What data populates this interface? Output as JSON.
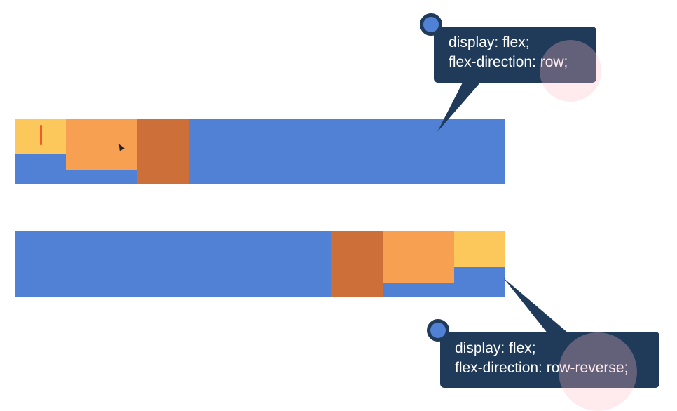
{
  "colors": {
    "container": "#5081d5",
    "item_1": "#fcc75b",
    "item_2": "#f8a052",
    "item_3": "#cd6f39",
    "callout_bg": "#203a5a",
    "callout_text": "#ffffff",
    "callout_dot": "#5081d5",
    "click_ring": "rgba(255, 190, 200, 0.30)",
    "text_cursor": "#ef5b2b"
  },
  "icons": {
    "text_cursor": "text-cursor-icon",
    "mouse_pointer": "mouse-pointer-icon"
  },
  "callouts": {
    "row": {
      "line1": "display: flex;",
      "line2": "flex-direction: row;"
    },
    "row_reverse": {
      "line1": "display: flex;",
      "line2": "flex-direction: row-reverse;"
    }
  }
}
